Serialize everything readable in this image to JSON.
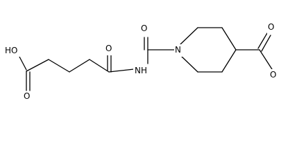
{
  "molecule": {
    "labels": {
      "hydroxyl": "HO",
      "acid_oxygen": "O",
      "amide_oxygen": "O",
      "imide_nh": "NH",
      "urea_oxygen": "O",
      "ring_nitrogen": "N",
      "ester_carbonyl_oxygen": "O",
      "ester_oxygen": "O"
    }
  }
}
